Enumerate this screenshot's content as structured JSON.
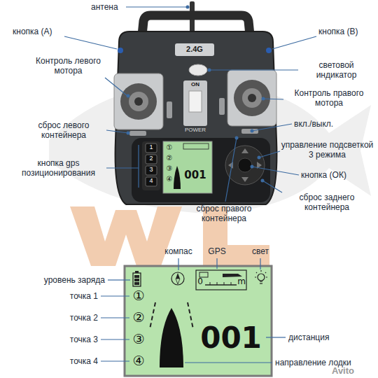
{
  "diagram": {
    "nodes": [
      {
        "text": [
          "①",
          "②",
          "③",
          "④",
          "001"
        ]
      },
      {
        "text": [
          "①",
          "②",
          "③",
          "④",
          "0",
          "m",
          "001"
        ]
      }
    ],
    "labels": [
      "антена",
      "кнопка (А)",
      "кнопка (В)",
      "Контроль левого мотора",
      "световой индикатор",
      "Контроль правого мотора",
      "2.4G",
      "ON",
      "POWER",
      "сброс левого контейнера",
      "вкл./выкл.",
      "кнопка gps позиционирования",
      "1",
      "2",
      "3",
      "4",
      "управление подсветкой 3 режима",
      "кнопка (ОК)",
      "сброс заднего контейнера",
      "сброс правого контейнера",
      "компас",
      "GPS",
      "свет",
      "уровень заряда",
      "точка 1",
      "точка 2",
      "точка 3",
      "точка 4",
      "дистанция",
      "направление лодки",
      "Avito"
    ]
  }
}
